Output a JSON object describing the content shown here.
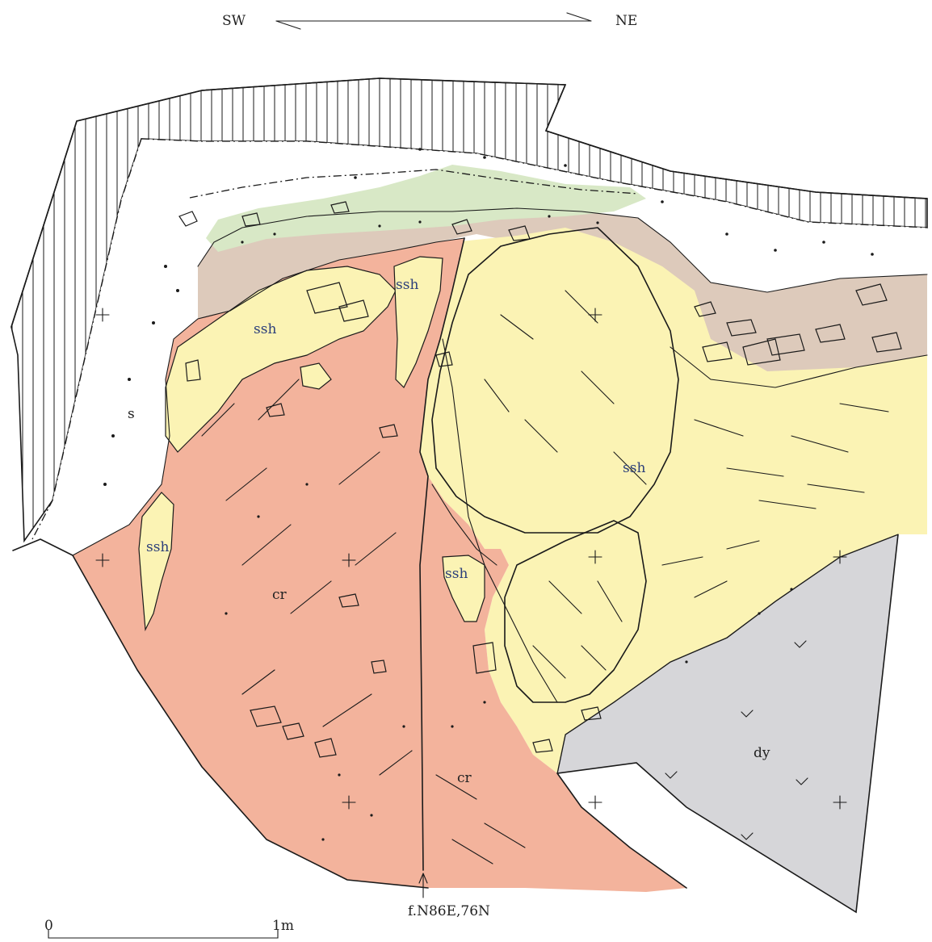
{
  "orientation": {
    "left": "SW",
    "right": "NE"
  },
  "units": {
    "s": "s",
    "ssh": [
      "ssh",
      "ssh",
      "ssh",
      "ssh",
      "ssh"
    ],
    "cr": [
      "cr",
      "cr"
    ],
    "dy": "dy"
  },
  "fault_label": "f.N86E,76N",
  "scale_bar": {
    "start": "0",
    "end": "1m"
  },
  "colors": {
    "cr": "#f3b39c",
    "ssh": "#fbf3b4",
    "soil_green": "#d8e8c6",
    "gravel_brown": "#ddcabb",
    "dy": "#d6d6d9",
    "ink": "#1a1a1a",
    "ssh_text": "#2c3f7a"
  }
}
